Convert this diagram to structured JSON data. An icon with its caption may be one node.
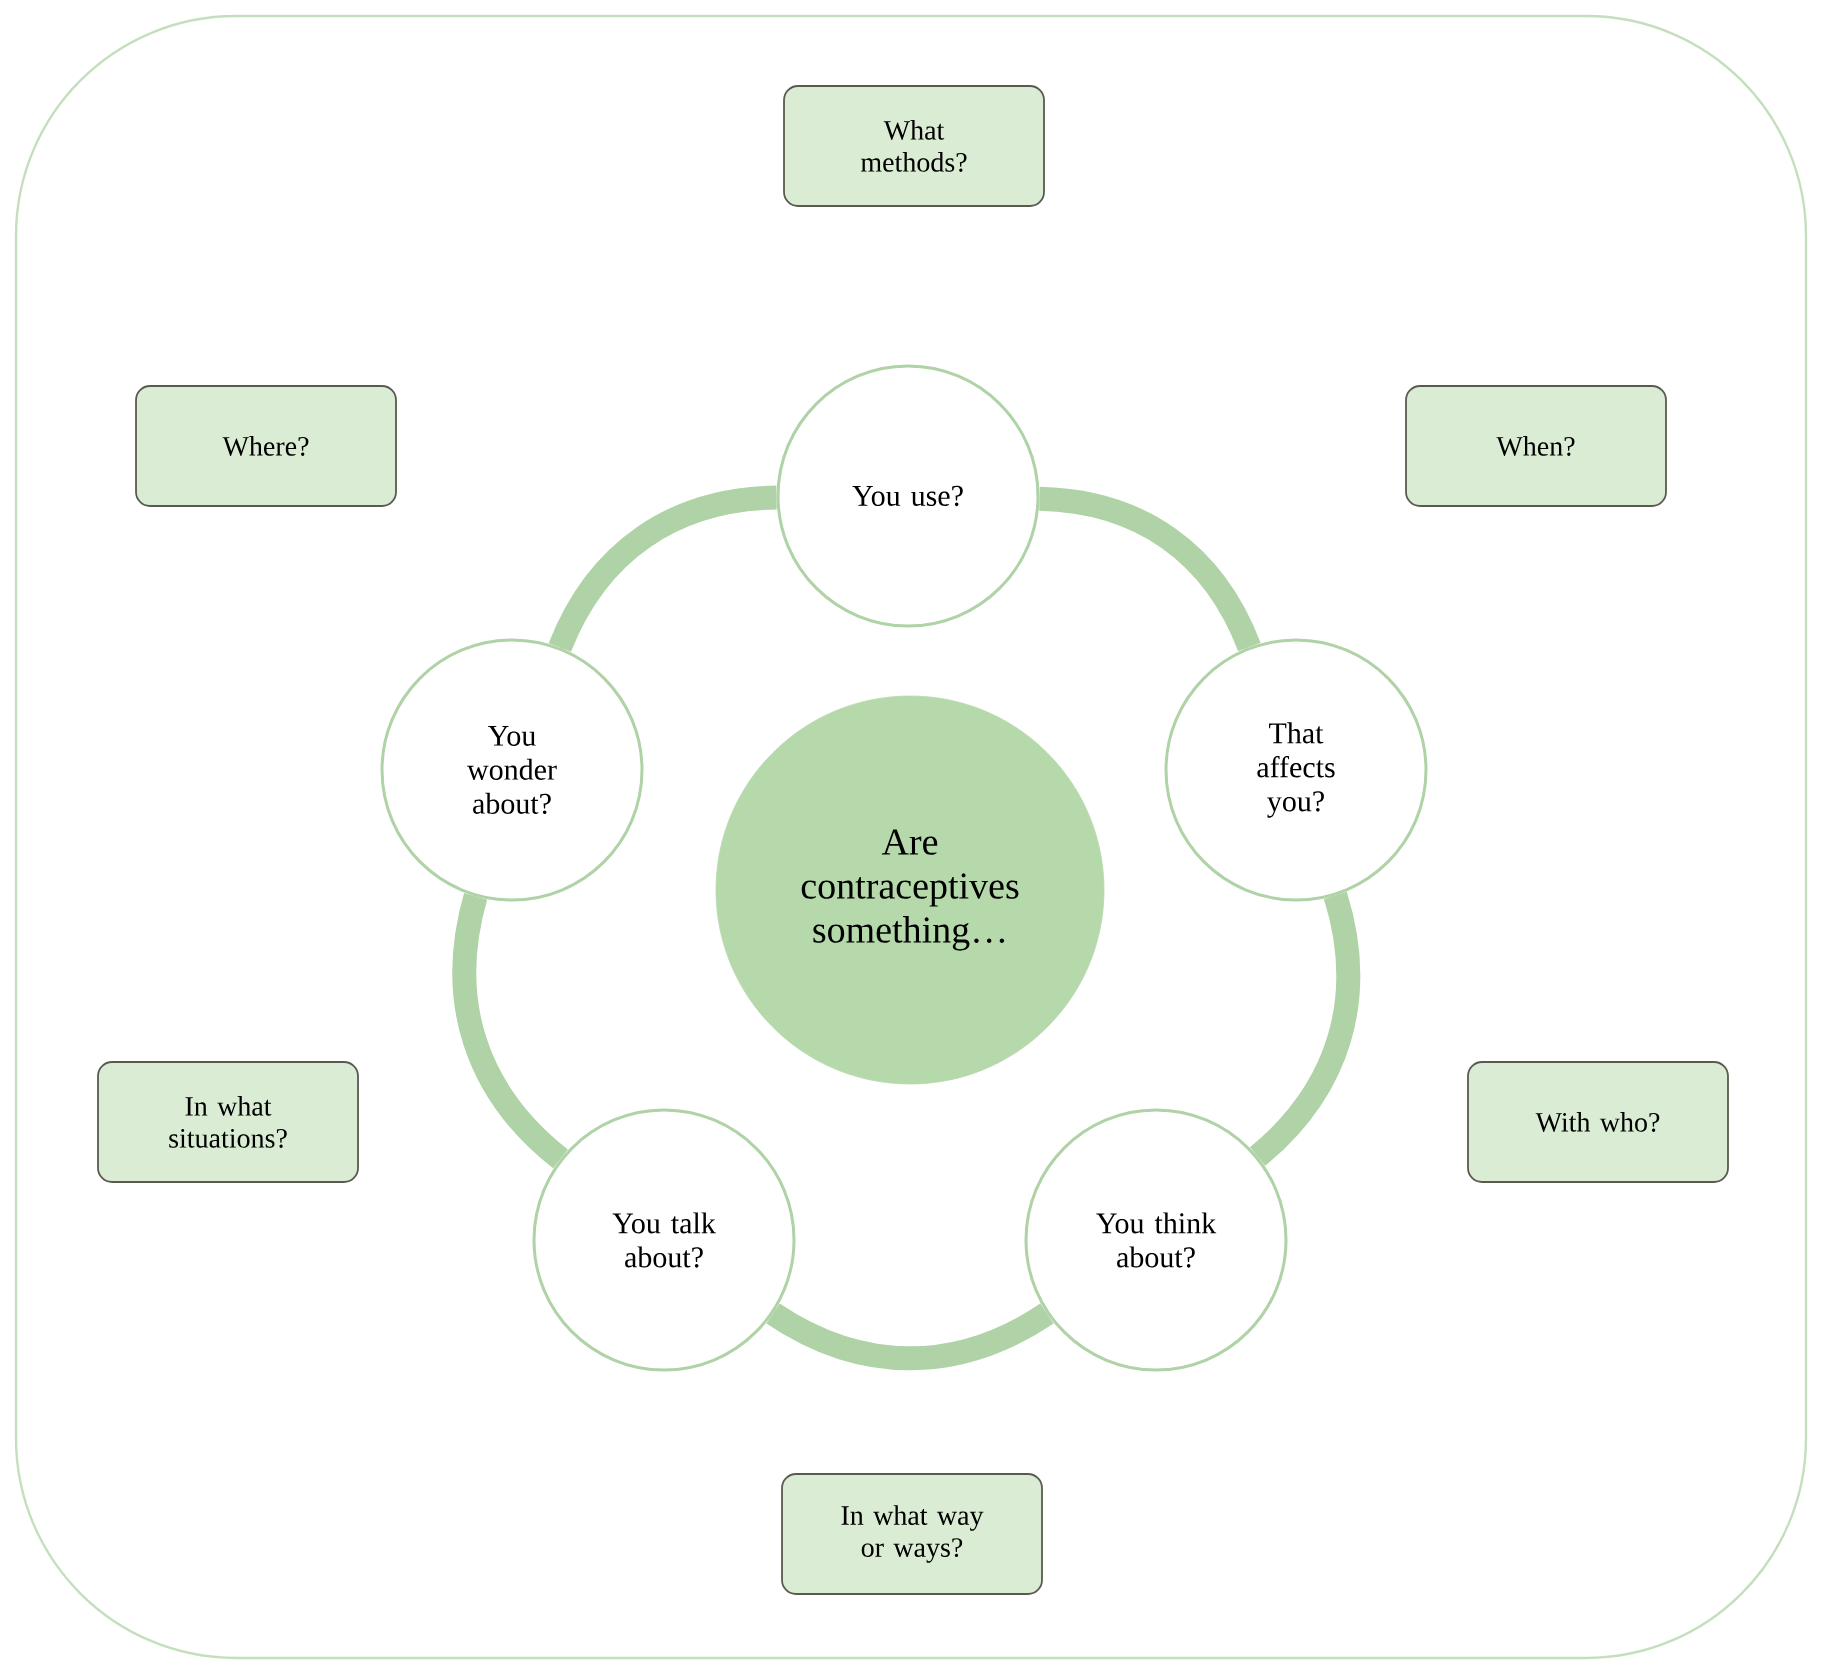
{
  "diagram": {
    "nodes": [
      {
        "text": [
          "What methods?"
        ]
      },
      {
        "text": [
          "Where?"
        ]
      },
      {
        "text": [
          "You use?"
        ]
      },
      {
        "text": [
          "When?"
        ]
      },
      {
        "text": [
          "You wonder about?"
        ]
      },
      {
        "text": [
          "That affects you?"
        ]
      },
      {
        "text": [
          "Are contraceptives something…"
        ]
      },
      {
        "text": [
          "In what situations?"
        ]
      },
      {
        "text": [
          "With who?"
        ]
      },
      {
        "text": [
          "You talk about?"
        ]
      },
      {
        "text": [
          "You think about?"
        ]
      },
      {
        "text": [
          "In what way or ways?"
        ]
      }
    ],
    "edges": [
      {
        "from": 2,
        "to": 5,
        "arrow": "none"
      },
      {
        "from": 5,
        "to": 10,
        "arrow": "none"
      },
      {
        "from": 10,
        "to": 9,
        "arrow": "none"
      },
      {
        "from": 9,
        "to": 4,
        "arrow": "none"
      },
      {
        "from": 4,
        "to": 2,
        "arrow": "none"
      }
    ]
  }
}
